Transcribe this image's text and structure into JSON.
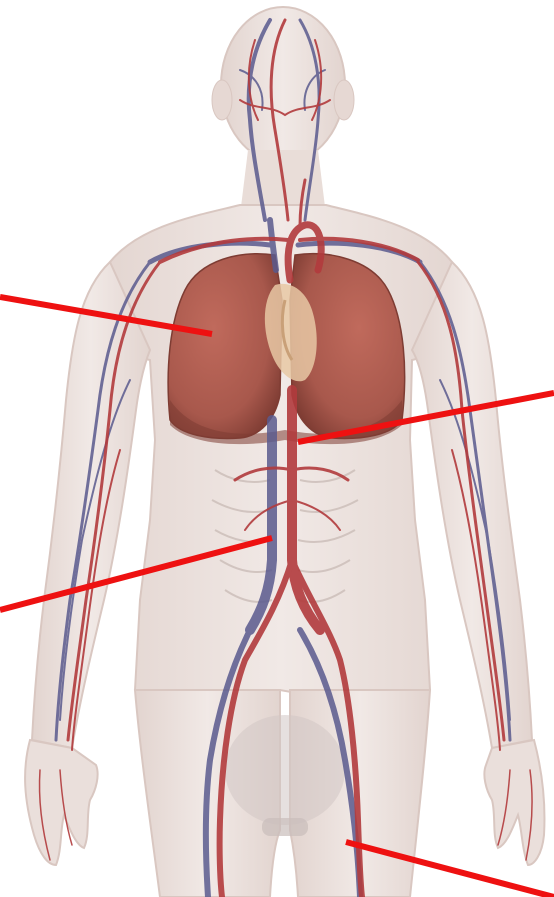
{
  "figure": {
    "subject": "human-circulatory-system",
    "colors": {
      "background": "#ffffff",
      "skin": "#ece2de",
      "skin_edge": "#d9c7c1",
      "lungs": "#a8584c",
      "lungs_dark": "#7e3c33",
      "heart": "#e8c8a4",
      "artery": "#b23b3d",
      "vein": "#5a5a8e",
      "leader_line": "#ee1111"
    }
  },
  "labels": [
    {
      "id": "lungs",
      "text": ""
    },
    {
      "id": "aorta",
      "text": ""
    },
    {
      "id": "vena-cava",
      "text": ""
    },
    {
      "id": "leg-vessel",
      "text": ""
    }
  ]
}
